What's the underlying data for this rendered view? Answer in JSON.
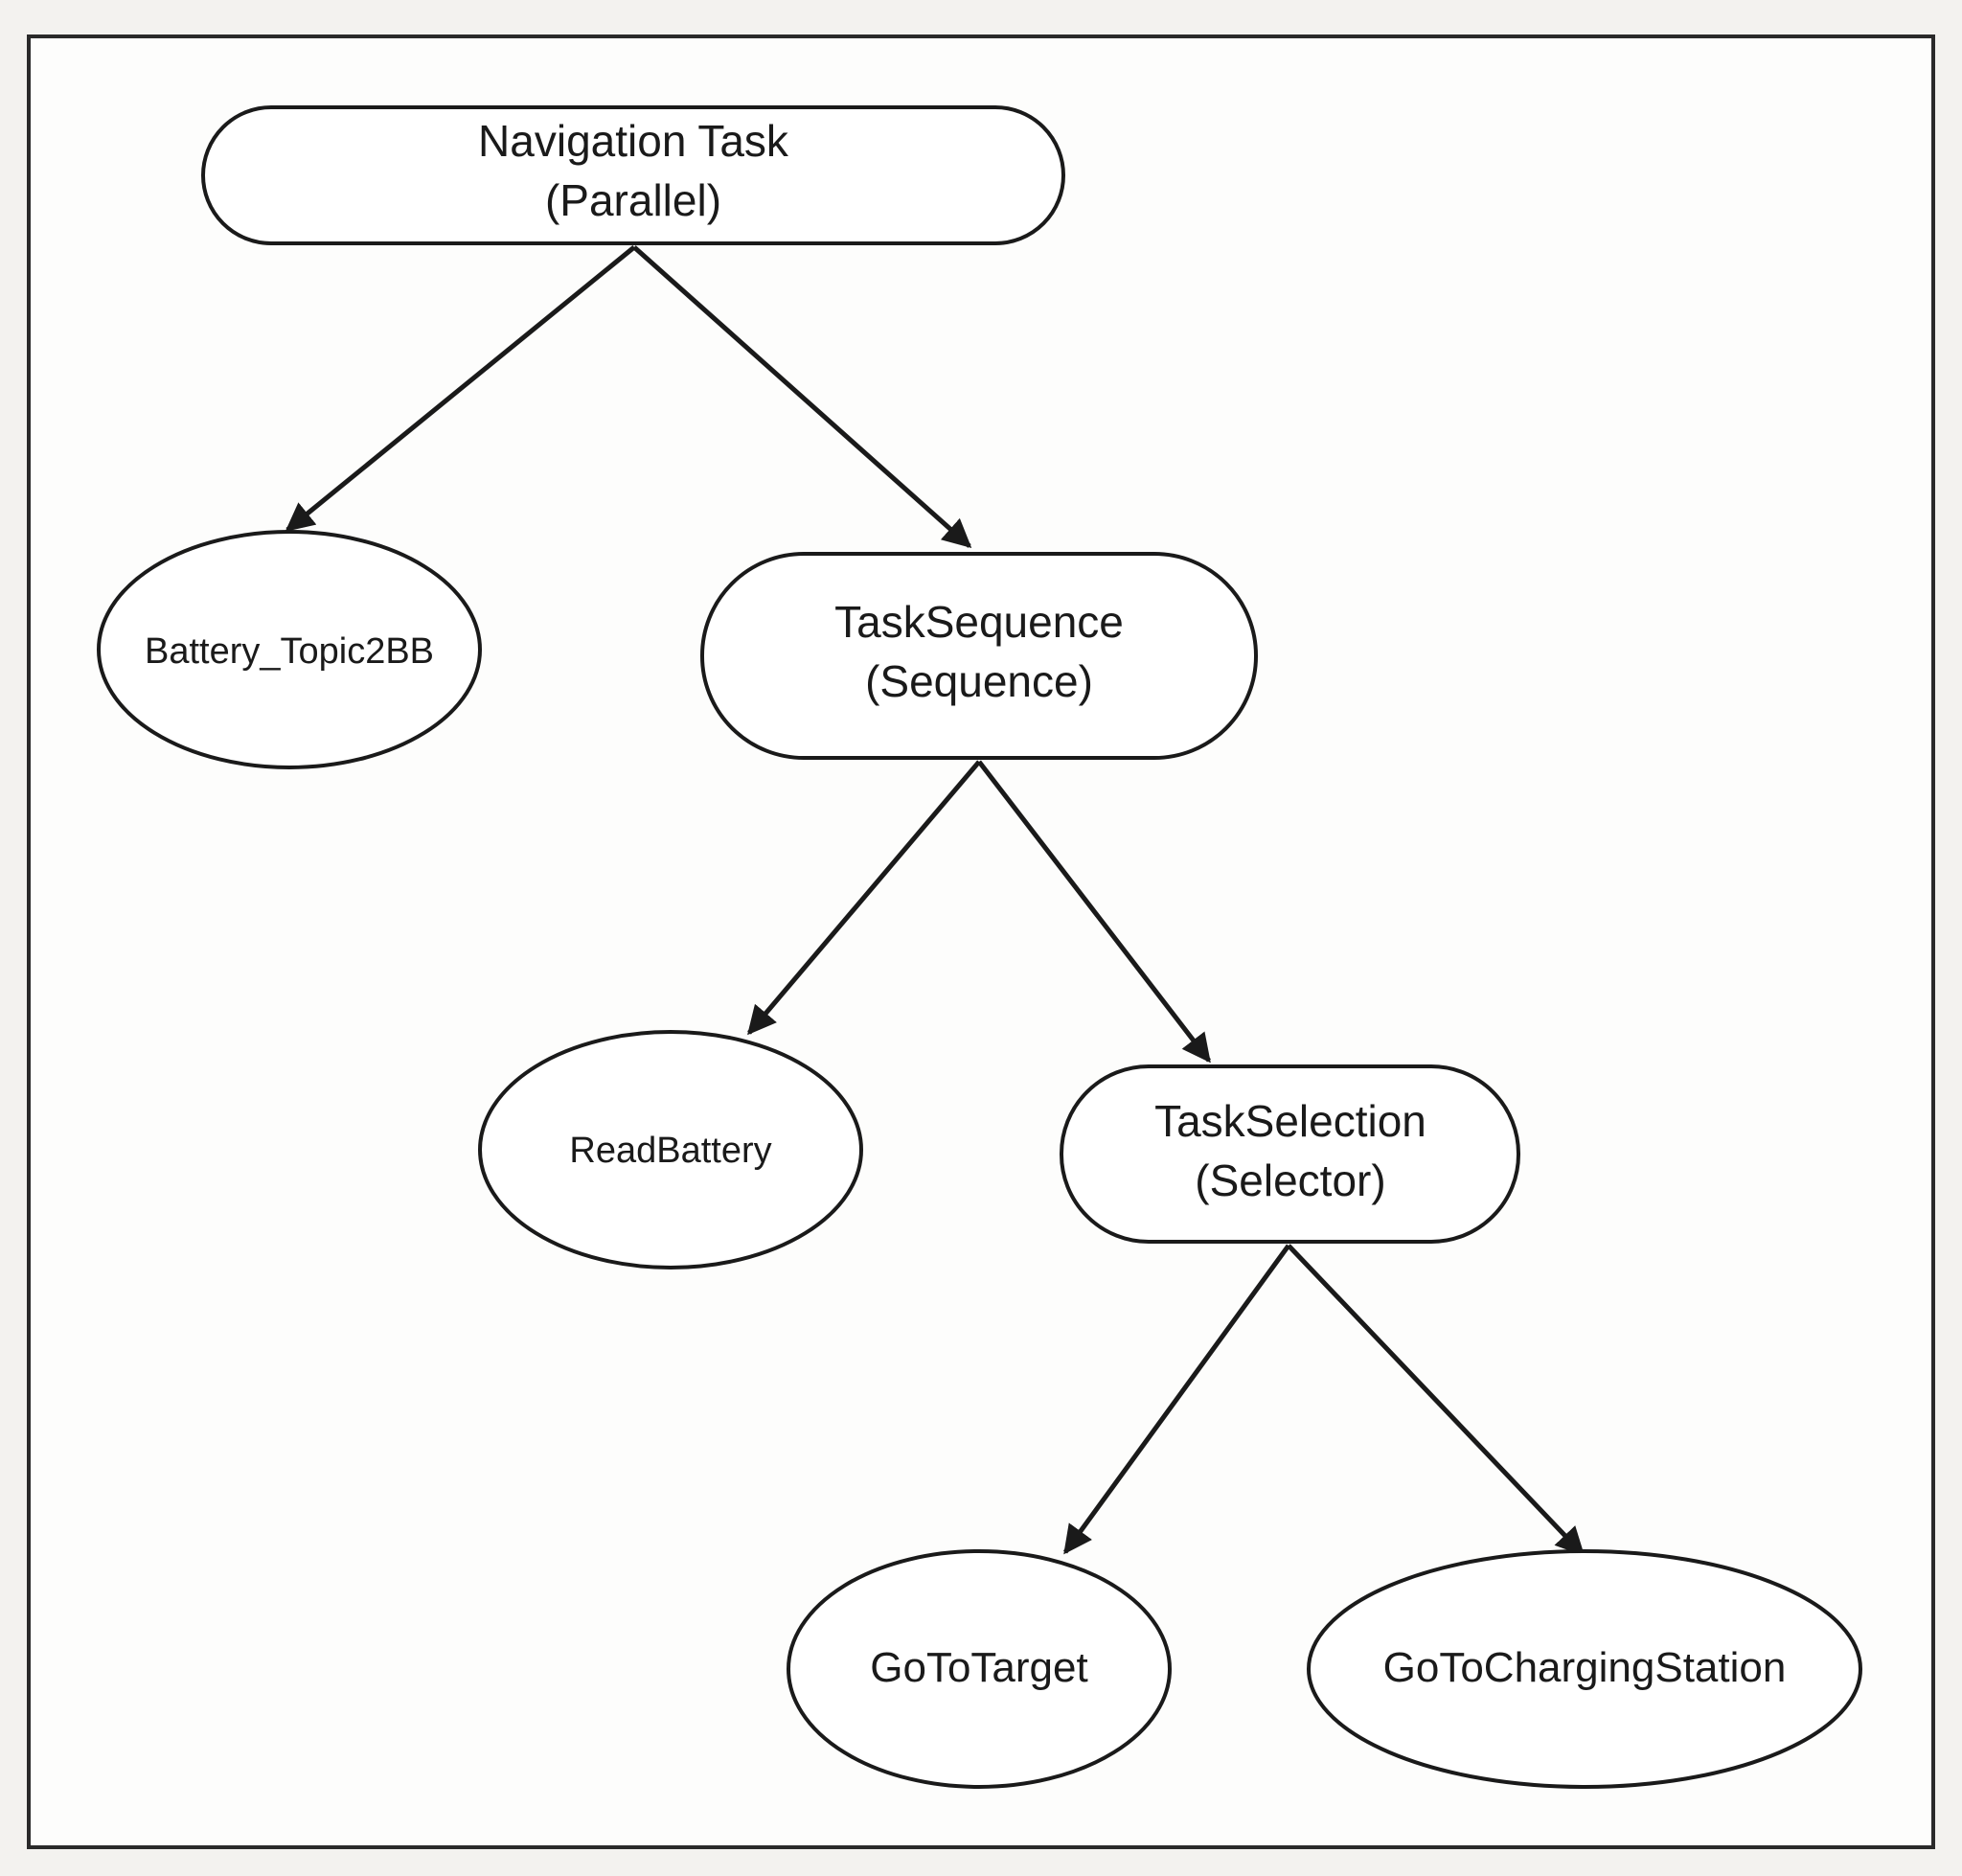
{
  "colors": {
    "background": "#f3f2ef",
    "stroke": "#1a1a1a",
    "node_fill": "#ffffff",
    "text": "#1a1a1a"
  },
  "nodes": {
    "navigation_task": {
      "shape": "rounded-rectangle",
      "line1": "Navigation Task",
      "line2": "(Parallel)"
    },
    "battery_topic2bb": {
      "shape": "ellipse",
      "label": "Battery_Topic2BB"
    },
    "task_sequence": {
      "shape": "rounded-rectangle",
      "line1": "TaskSequence",
      "line2": "(Sequence)"
    },
    "read_battery": {
      "shape": "ellipse",
      "label": "ReadBattery"
    },
    "task_selection": {
      "shape": "rounded-rectangle",
      "line1": "TaskSelection",
      "line2": "(Selector)"
    },
    "go_to_target": {
      "shape": "ellipse",
      "label": "GoToTarget"
    },
    "go_to_charging_station": {
      "shape": "ellipse",
      "label": "GoToChargingStation"
    }
  },
  "edges": [
    {
      "from": "Navigation Task",
      "to": "Battery_Topic2BB"
    },
    {
      "from": "Navigation Task",
      "to": "TaskSequence"
    },
    {
      "from": "TaskSequence",
      "to": "ReadBattery"
    },
    {
      "from": "TaskSequence",
      "to": "TaskSelection"
    },
    {
      "from": "TaskSelection",
      "to": "GoToTarget"
    },
    {
      "from": "TaskSelection",
      "to": "GoToChargingStation"
    }
  ]
}
